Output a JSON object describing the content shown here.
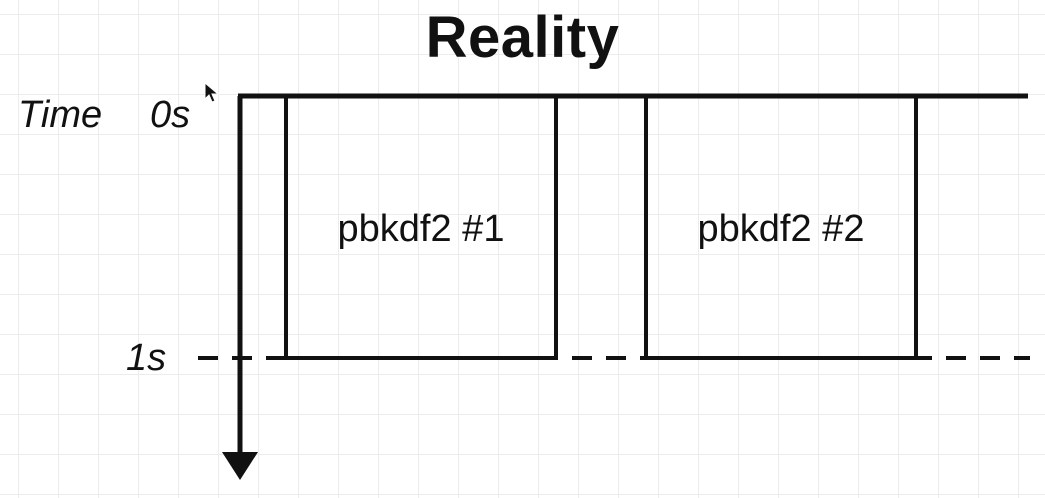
{
  "title": "Reality",
  "time_axis": {
    "label": "Time",
    "start_label": "0s",
    "mark_label": "1s"
  },
  "tasks": [
    {
      "label": "pbkdf2 #1"
    },
    {
      "label": "pbkdf2 #2"
    }
  ],
  "colors": {
    "line": "#111111",
    "grid": "#ececec",
    "background": "#ffffff"
  },
  "icons": {
    "cursor": "mouse-pointer-icon",
    "arrow": "arrow-down-icon"
  }
}
